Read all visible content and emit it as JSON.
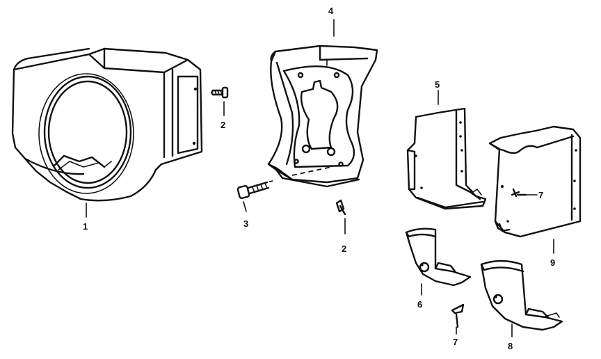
{
  "callouts": {
    "c1": "1",
    "c2a": "2",
    "c2b": "2",
    "c3": "3",
    "c4": "4",
    "c5": "5",
    "c6": "6",
    "c7a": "7",
    "c7b": "7",
    "c8": "8",
    "c9": "9"
  },
  "colors": {
    "ink": "#111111",
    "background": "#ffffff"
  }
}
